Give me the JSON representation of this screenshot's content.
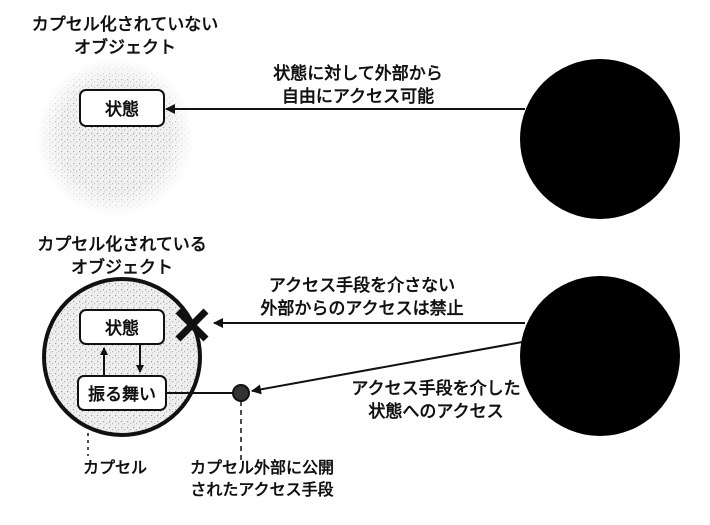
{
  "top_object": {
    "title_lines": [
      "カプセル化されていない",
      "オブジェクト"
    ],
    "state_label": "状態"
  },
  "top_arrow_caption": [
    "状態に対して外部から",
    "自由にアクセス可能"
  ],
  "bottom_object": {
    "title_lines": [
      "カプセル化されている",
      "オブジェクト"
    ],
    "state_label": "状態",
    "behavior_label": "振る舞い",
    "capsule_label": "カプセル",
    "access_point_label": [
      "カプセル外部に公開",
      "されたアクセス手段"
    ]
  },
  "blocked_caption": [
    "アクセス手段を介さない",
    "外部からのアクセスは禁止"
  ],
  "allowed_caption": [
    "アクセス手段を介した",
    "状態へのアクセス"
  ],
  "colors": {
    "ink": "#111111",
    "halo_fill": "#e6e6e6",
    "box_fill": "#ffffff",
    "external_disk": "#000000"
  }
}
